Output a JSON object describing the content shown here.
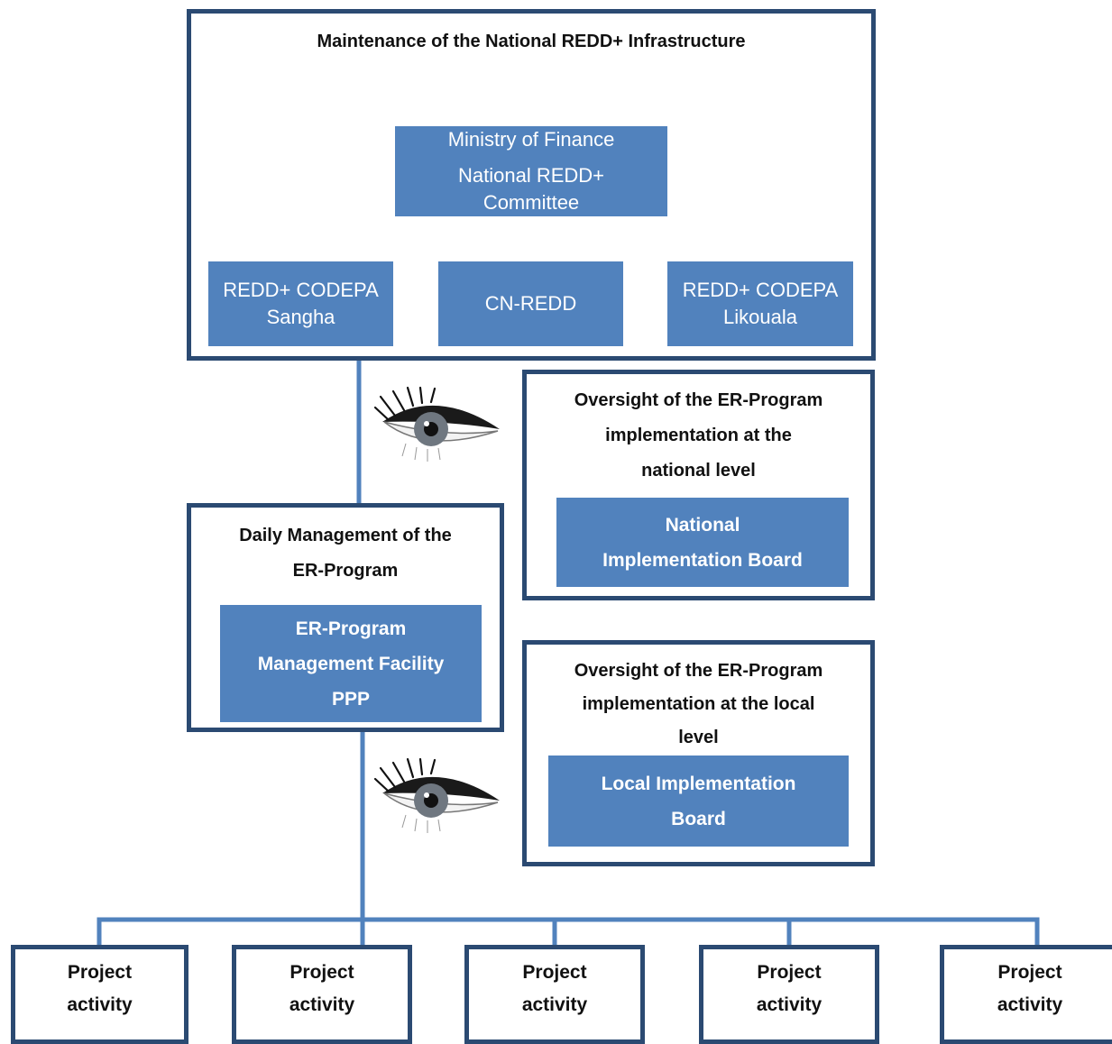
{
  "colors": {
    "frame_border": "#2b4a72",
    "entity_fill": "#5182bd",
    "entity_text": "#ffffff",
    "connector": "#5182bd"
  },
  "infrastructure": {
    "title": "Maintenance of the National REDD+ Infrastructure",
    "ministry": {
      "line1": "Ministry of Finance",
      "line2": "National REDD+",
      "line3": "Committee"
    },
    "codepa_sangha": {
      "line1": "REDD+ CODEPA",
      "line2": "Sangha"
    },
    "cn_redd": {
      "label": "CN-REDD"
    },
    "codepa_likouala": {
      "line1": "REDD+ CODEPA",
      "line2": "Likouala"
    }
  },
  "national_oversight": {
    "title_line1": "Oversight of the ER-Program",
    "title_line2": "implementation at the",
    "title_line3": "national level",
    "board": {
      "line1": "National",
      "line2": "Implementation Board"
    }
  },
  "daily_management": {
    "title_line1": "Daily Management of the",
    "title_line2": "ER-Program",
    "facility": {
      "line1": "ER-Program",
      "line2": "Management Facility",
      "line3": "PPP"
    }
  },
  "local_oversight": {
    "title_line1": "Oversight of the ER-Program",
    "title_line2": "implementation at the local",
    "title_line3": "level",
    "board": {
      "line1": "Local Implementation",
      "line2": "Board"
    }
  },
  "eyes": [
    "eye-icon",
    "eye-icon"
  ],
  "projects": [
    {
      "line1": "Project",
      "line2": "activity"
    },
    {
      "line1": "Project",
      "line2": "activity"
    },
    {
      "line1": "Project",
      "line2": "activity"
    },
    {
      "line1": "Project",
      "line2": "activity"
    },
    {
      "line1": "Project",
      "line2": "activity"
    }
  ]
}
